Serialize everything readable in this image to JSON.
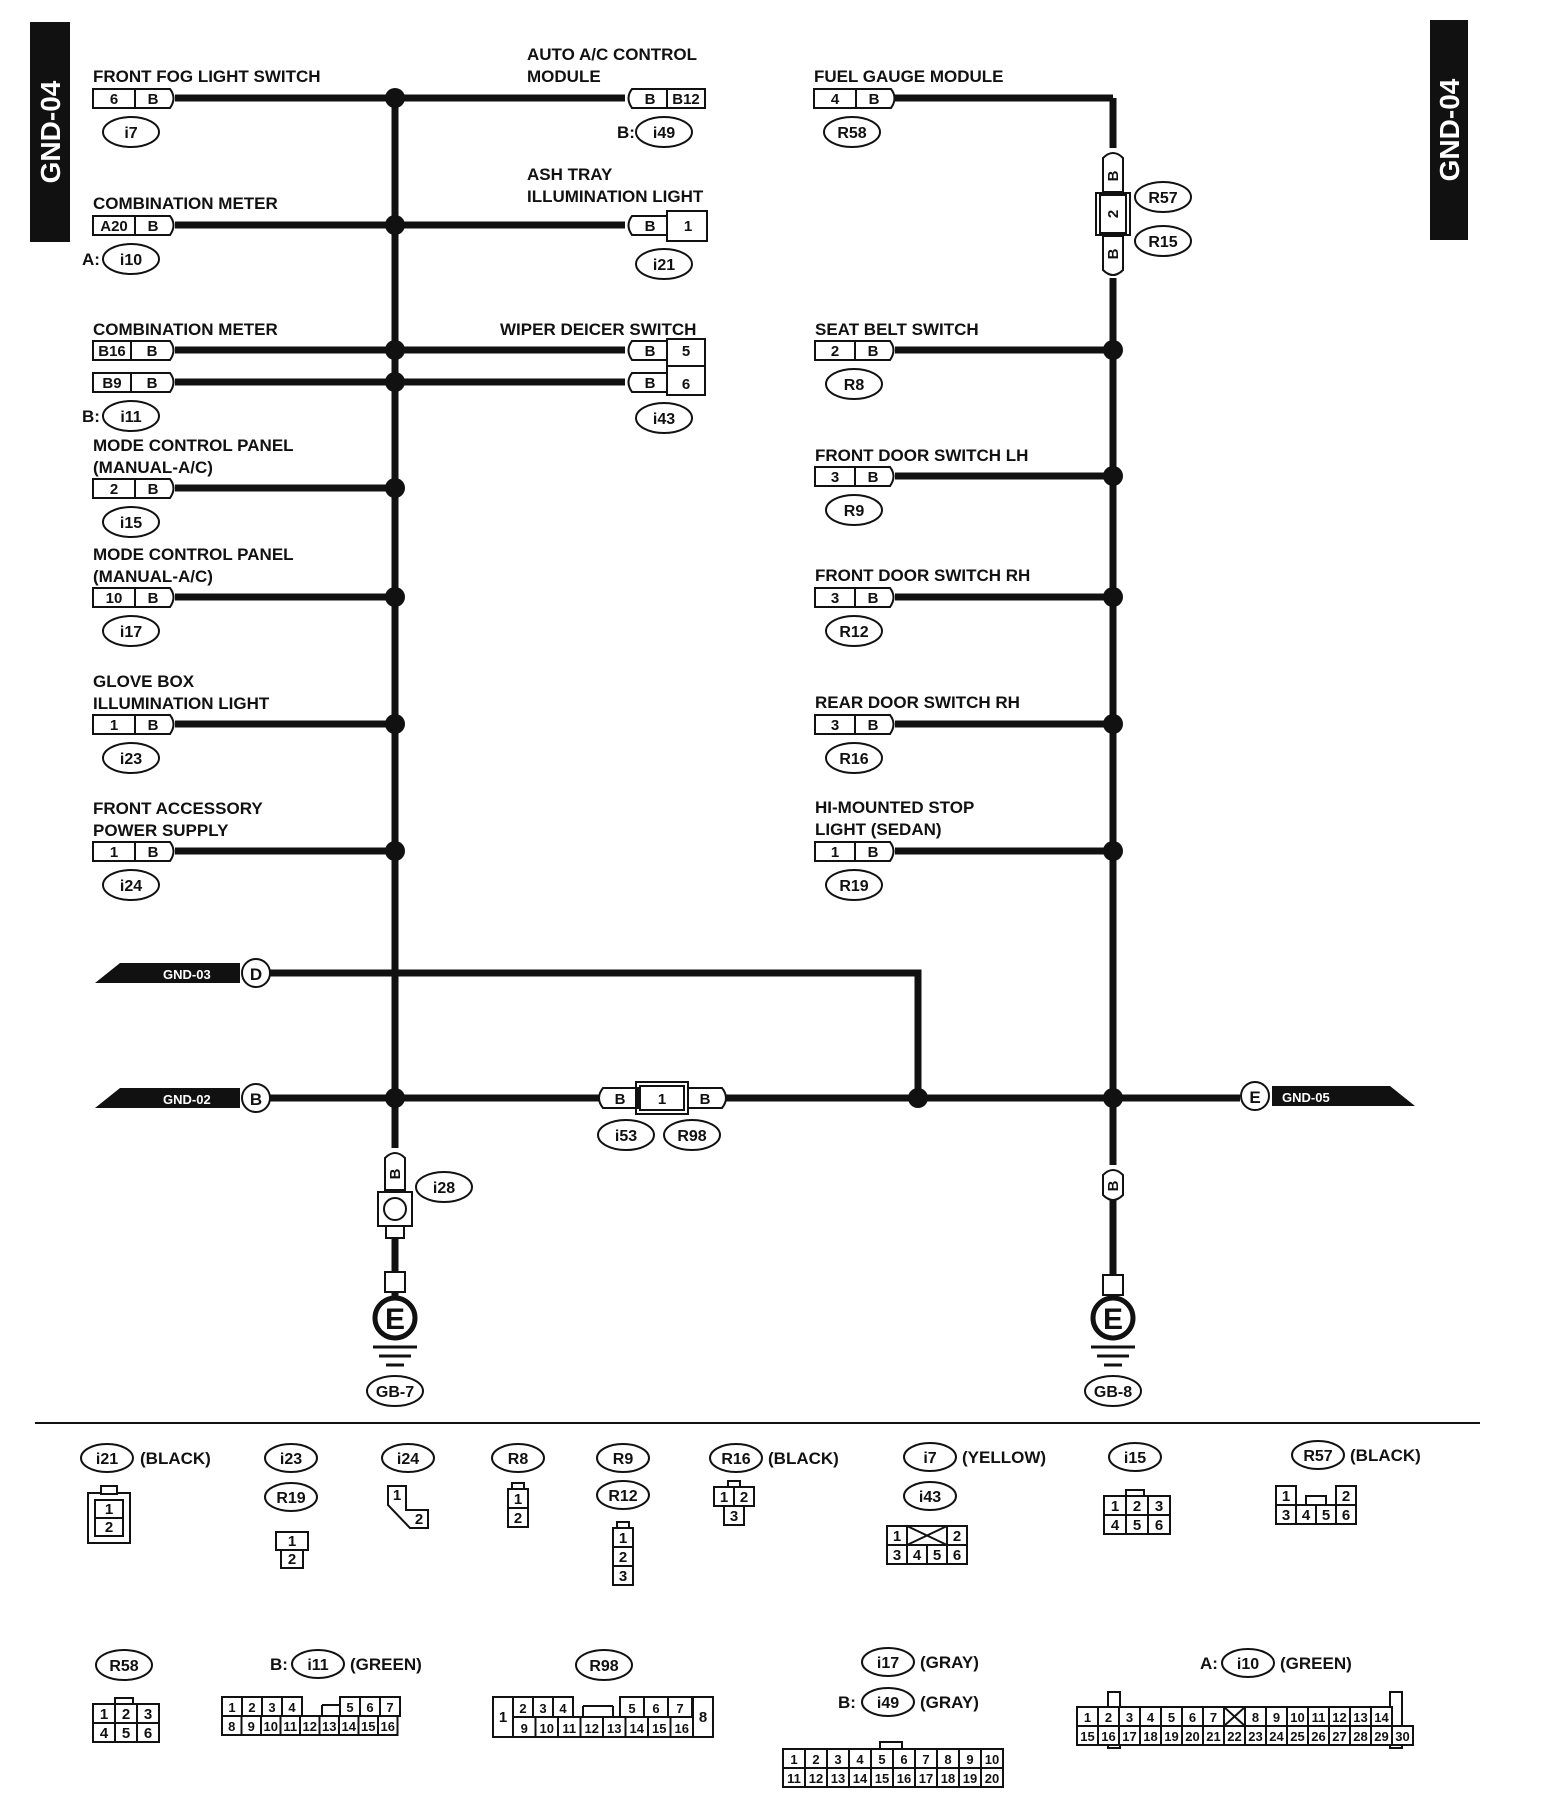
{
  "page_tab": "GND-04",
  "components": {
    "front_fog_light_switch": {
      "name": "FRONT FOG LIGHT SWITCH",
      "pin": "6",
      "wire": "B",
      "conn": "i7"
    },
    "auto_ac_module": {
      "name1": "AUTO A/C CONTROL",
      "name2": "MODULE",
      "wire": "B",
      "pin": "B12",
      "prefix": "B:",
      "conn": "i49"
    },
    "combination_meter_a": {
      "name": "COMBINATION METER",
      "pin": "A20",
      "wire": "B",
      "prefix": "A:",
      "conn": "i10"
    },
    "ash_tray": {
      "name1": "ASH TRAY",
      "name2": "ILLUMINATION LIGHT",
      "wire": "B",
      "pin": "1",
      "conn": "i21"
    },
    "combination_meter_b": {
      "name": "COMBINATION METER",
      "pin1": "B16",
      "pin2": "B9",
      "wire": "B",
      "prefix": "B:",
      "conn": "i11"
    },
    "wiper_deicer": {
      "name": "WIPER DEICER SWITCH",
      "wire": "B",
      "pin1": "5",
      "pin2": "6",
      "conn": "i43"
    },
    "mode_panel_1": {
      "name1": "MODE CONTROL PANEL",
      "name2": "(MANUAL-A/C)",
      "pin": "2",
      "wire": "B",
      "conn": "i15"
    },
    "mode_panel_2": {
      "name1": "MODE CONTROL PANEL",
      "name2": "(MANUAL-A/C)",
      "pin": "10",
      "wire": "B",
      "conn": "i17"
    },
    "glove_box": {
      "name1": "GLOVE BOX",
      "name2": "ILLUMINATION LIGHT",
      "pin": "1",
      "wire": "B",
      "conn": "i23"
    },
    "front_accessory": {
      "name1": "FRONT ACCESSORY",
      "name2": "POWER SUPPLY",
      "pin": "1",
      "wire": "B",
      "conn": "i24"
    },
    "fuel_gauge": {
      "name": "FUEL GAUGE MODULE",
      "pin": "4",
      "wire": "B",
      "conn": "R58"
    },
    "r57_r15": {
      "wire": "B",
      "pin": "2",
      "conn1": "R57",
      "conn2": "R15"
    },
    "seat_belt": {
      "name": "SEAT BELT SWITCH",
      "pin": "2",
      "wire": "B",
      "conn": "R8"
    },
    "front_door_lh": {
      "name": "FRONT DOOR SWITCH LH",
      "pin": "3",
      "wire": "B",
      "conn": "R9"
    },
    "front_door_rh": {
      "name": "FRONT DOOR SWITCH RH",
      "pin": "3",
      "wire": "B",
      "conn": "R12"
    },
    "rear_door_rh": {
      "name": "REAR DOOR SWITCH RH",
      "pin": "3",
      "wire": "B",
      "conn": "R16"
    },
    "hi_mounted": {
      "name1": "HI-MOUNTED STOP",
      "name2": "LIGHT (SEDAN)",
      "pin": "1",
      "wire": "B",
      "conn": "R19"
    },
    "mid_connector": {
      "wire_left": "B",
      "pin": "1",
      "wire_right": "B",
      "conn1": "i53",
      "conn2": "R98"
    },
    "i28": {
      "wire": "B",
      "conn": "i28"
    }
  },
  "offpage": {
    "gnd03": {
      "label": "GND-03",
      "letter": "D"
    },
    "gnd02": {
      "label": "GND-02",
      "letter": "B"
    },
    "gnd05": {
      "label": "GND-05",
      "letter": "E"
    }
  },
  "grounds": {
    "left": {
      "symbol": "E",
      "label": "GB-7"
    },
    "right": {
      "symbol": "E",
      "label": "GB-8"
    }
  },
  "legend": {
    "i21": {
      "id": "i21",
      "color": "(BLACK)",
      "pins": [
        "1",
        "2"
      ]
    },
    "i23_r19": {
      "id1": "i23",
      "id2": "R19",
      "pins": [
        "1",
        "2"
      ]
    },
    "i24": {
      "id": "i24",
      "pins": [
        "1",
        "2"
      ]
    },
    "r8": {
      "id": "R8",
      "pins": [
        "1",
        "2"
      ]
    },
    "r9_r12": {
      "id1": "R9",
      "id2": "R12",
      "pins": [
        "1",
        "2",
        "3"
      ]
    },
    "r16": {
      "id": "R16",
      "color": "(BLACK)",
      "pins": [
        "1",
        "2",
        "3"
      ]
    },
    "i7_i43": {
      "id1": "i7",
      "color": "(YELLOW)",
      "id2": "i43",
      "pins": [
        "1",
        "2",
        "3",
        "4",
        "5",
        "6"
      ]
    },
    "i15": {
      "id": "i15",
      "pins": [
        "1",
        "2",
        "3",
        "4",
        "5",
        "6"
      ]
    },
    "r57": {
      "id": "R57",
      "color": "(BLACK)",
      "pins": [
        "1",
        "2",
        "3",
        "4",
        "5",
        "6"
      ]
    },
    "r58": {
      "id": "R58",
      "pins": [
        "1",
        "2",
        "3",
        "4",
        "5",
        "6"
      ]
    },
    "i11": {
      "prefix": "B:",
      "id": "i11",
      "color": "(GREEN)",
      "row1": [
        "1",
        "2",
        "3",
        "4",
        "5",
        "6",
        "7"
      ],
      "row2": [
        "8",
        "9",
        "10",
        "11",
        "12",
        "13",
        "14",
        "15",
        "16"
      ]
    },
    "r98": {
      "id": "R98",
      "left": "1",
      "right": "8",
      "row1": [
        "2",
        "3",
        "4",
        "5",
        "6",
        "7"
      ],
      "row2": [
        "9",
        "10",
        "11",
        "12",
        "13",
        "14",
        "15",
        "16"
      ]
    },
    "i17_i49": {
      "id1": "i17",
      "color1": "(GRAY)",
      "prefix": "B:",
      "id2": "i49",
      "color2": "(GRAY)",
      "row1": [
        "1",
        "2",
        "3",
        "4",
        "5",
        "6",
        "7",
        "8",
        "9",
        "10"
      ],
      "row2": [
        "11",
        "12",
        "13",
        "14",
        "15",
        "16",
        "17",
        "18",
        "19",
        "20"
      ]
    },
    "i10": {
      "prefix": "A:",
      "id": "i10",
      "color": "(GREEN)",
      "row1": [
        "1",
        "2",
        "3",
        "4",
        "5",
        "6",
        "7",
        "8",
        "9",
        "10",
        "11",
        "12",
        "13",
        "14"
      ],
      "row2": [
        "15",
        "16",
        "17",
        "18",
        "19",
        "20",
        "21",
        "22",
        "23",
        "24",
        "25",
        "26",
        "27",
        "28",
        "29",
        "30"
      ]
    }
  }
}
